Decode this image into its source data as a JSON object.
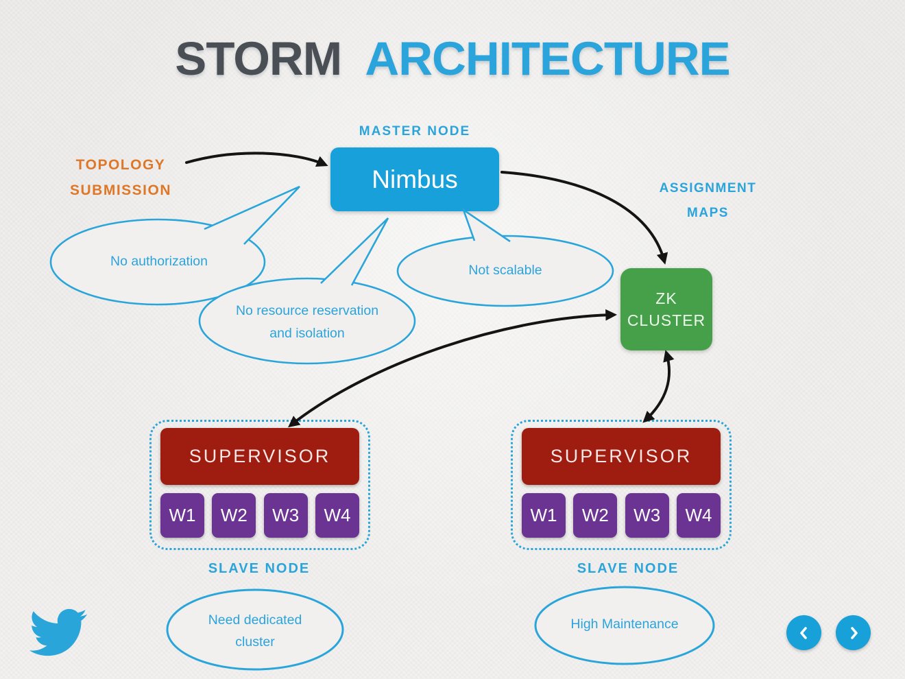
{
  "title": {
    "word1": "STORM",
    "word2": "ARCHITECTURE"
  },
  "labels": {
    "master_node": "MASTER NODE",
    "topology_line1": "TOPOLOGY",
    "topology_line2": "SUBMISSION",
    "assignment_line1": "ASSIGNMENT",
    "assignment_line2": "MAPS"
  },
  "nodes": {
    "nimbus": "Nimbus",
    "zk_line1": "ZK",
    "zk_line2": "CLUSTER"
  },
  "bubbles": {
    "no_authorization": "No authorization",
    "no_resource_line1": "No resource reservation",
    "no_resource_line2": "and isolation",
    "not_scalable": "Not scalable",
    "need_dedicated_line1": "Need dedicated",
    "need_dedicated_line2": "cluster",
    "high_maintenance": "High Maintenance"
  },
  "supervisors": [
    {
      "label": "SUPERVISOR",
      "slave_label": "SLAVE NODE",
      "workers": [
        "W1",
        "W2",
        "W3",
        "W4"
      ]
    },
    {
      "label": "SUPERVISOR",
      "slave_label": "SLAVE NODE",
      "workers": [
        "W1",
        "W2",
        "W3",
        "W4"
      ]
    }
  ],
  "icons": {
    "logo": "twitter-bird",
    "prev": "chevron-left",
    "next": "chevron-right"
  },
  "colors": {
    "accent_blue": "#2ba3db",
    "title_dark": "#4a4f55",
    "orange": "#df7728",
    "nimbus_blue": "#17a0d9",
    "zk_green": "#45a049",
    "supervisor_red": "#9e1c10",
    "worker_purple": "#6b3392",
    "arrow_black": "#141414",
    "background": "#f0efec"
  }
}
